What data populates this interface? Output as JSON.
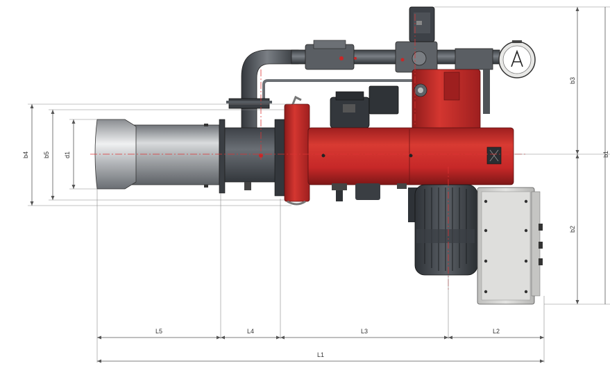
{
  "dimensions": {
    "L1": "L1",
    "L2": "L2",
    "L3": "L3",
    "L4": "L4",
    "L5": "L5",
    "b1": "b1",
    "b2": "b2",
    "b3": "b3",
    "b4": "b4",
    "b5": "b5",
    "d1": "d1"
  },
  "colors": {
    "burner_red": "#c62828",
    "burner_red_dark": "#8e1b1b",
    "steel": "#8c8f93",
    "steel_light": "#c9cbcd",
    "pipe_dark": "#4a4f55",
    "motor_dark": "#3c4046",
    "panel_grey": "#d8d8d6"
  }
}
